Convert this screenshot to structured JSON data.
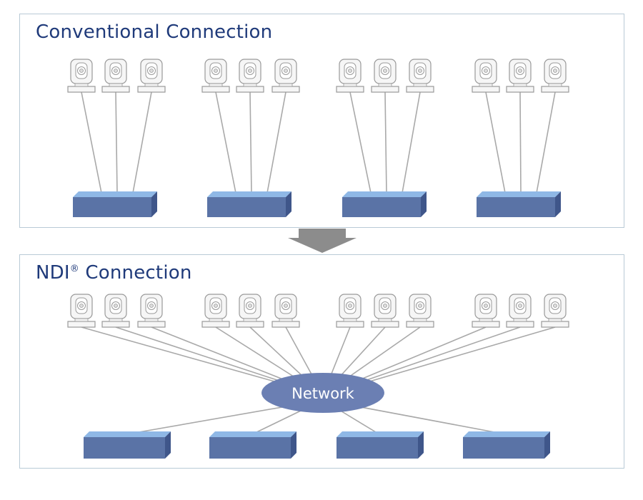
{
  "top_panel": {
    "title": "Conventional Connection"
  },
  "bottom_panel": {
    "title_main": "NDI",
    "title_sup": "®",
    "title_rest": " Connection",
    "network_label": "Network"
  },
  "colors": {
    "title": "#1f3a7a",
    "panel_border": "#b9cad6",
    "device_front": "#5a73a6",
    "device_top": "#8fb8e6",
    "device_side": "#3f568a",
    "network_ellipse": "#6b7fb3",
    "network_text": "#ffffff",
    "cable": "#a9a9a9",
    "arrow": "#8c8c8c",
    "camera_stroke": "#9a9a9a"
  },
  "icons": {
    "camera": "ptz-camera-icon",
    "device": "switcher-box-icon",
    "arrow": "down-arrow-icon"
  },
  "structure": {
    "camera_groups": 4,
    "cameras_per_group": 3,
    "devices_per_panel": 4
  }
}
